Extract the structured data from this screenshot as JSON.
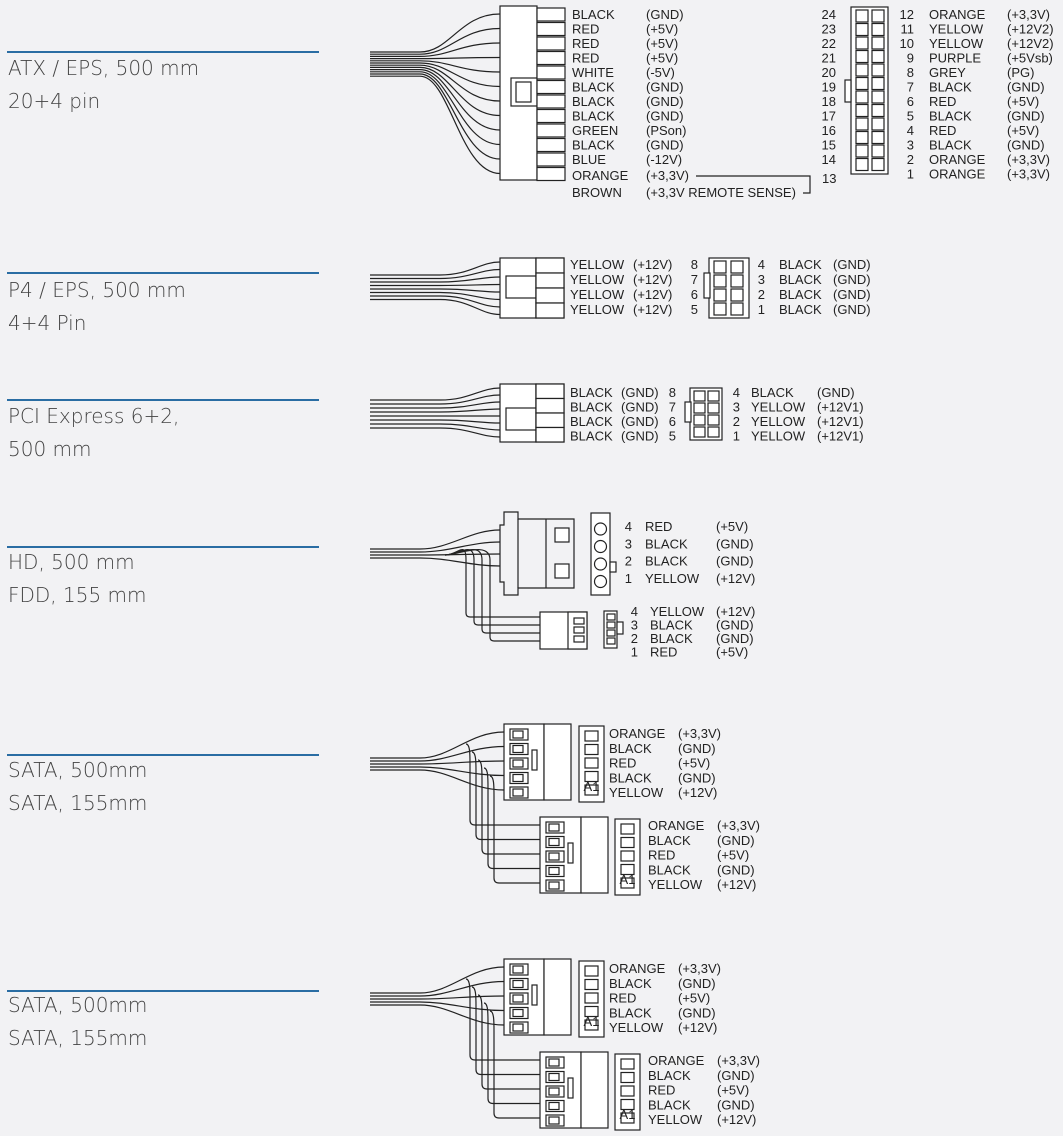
{
  "sections": [
    {
      "title": "ATX / EPS, 500 mm",
      "subtitle": "20+4 pin",
      "left_wires": [
        {
          "color": "BLACK",
          "signal": "(GND)"
        },
        {
          "color": "RED",
          "signal": "(+5V)"
        },
        {
          "color": "RED",
          "signal": "(+5V)"
        },
        {
          "color": "RED",
          "signal": "(+5V)"
        },
        {
          "color": "WHITE",
          "signal": "(-5V)"
        },
        {
          "color": "BLACK",
          "signal": "(GND)"
        },
        {
          "color": "BLACK",
          "signal": "(GND)"
        },
        {
          "color": "BLACK",
          "signal": "(GND)"
        },
        {
          "color": "GREEN",
          "signal": "(PSon)"
        },
        {
          "color": "BLACK",
          "signal": "(GND)"
        },
        {
          "color": "BLUE",
          "signal": "(-12V)"
        },
        {
          "color": "ORANGE",
          "signal": "(+3,3V)"
        },
        {
          "color": "BROWN",
          "signal": "(+3,3V REMOTE SENSE)"
        }
      ],
      "pin_left_numbers": [
        "24",
        "23",
        "22",
        "21",
        "20",
        "19",
        "18",
        "17",
        "16",
        "15",
        "14"
      ],
      "sense_pin": "13",
      "right_pins": [
        {
          "pin": "12",
          "color": "ORANGE",
          "signal": "(+3,3V)"
        },
        {
          "pin": "11",
          "color": "YELLOW",
          "signal": "(+12V2)"
        },
        {
          "pin": "10",
          "color": "YELLOW",
          "signal": "(+12V2)"
        },
        {
          "pin": "9",
          "color": "PURPLE",
          "signal": "(+5Vsb)"
        },
        {
          "pin": "8",
          "color": "GREY",
          "signal": "(PG)"
        },
        {
          "pin": "7",
          "color": "BLACK",
          "signal": "(GND)"
        },
        {
          "pin": "6",
          "color": "RED",
          "signal": "(+5V)"
        },
        {
          "pin": "5",
          "color": "BLACK",
          "signal": "(GND)"
        },
        {
          "pin": "4",
          "color": "RED",
          "signal": "(+5V)"
        },
        {
          "pin": "3",
          "color": "BLACK",
          "signal": "(GND)"
        },
        {
          "pin": "2",
          "color": "ORANGE",
          "signal": "(+3,3V)"
        },
        {
          "pin": "1",
          "color": "ORANGE",
          "signal": "(+3,3V)"
        }
      ]
    },
    {
      "title": "P4 / EPS, 500 mm",
      "subtitle": "4+4 Pin",
      "left": [
        {
          "color": "YELLOW",
          "signal": "(+12V)",
          "pin": "8"
        },
        {
          "color": "YELLOW",
          "signal": "(+12V)",
          "pin": "7"
        },
        {
          "color": "YELLOW",
          "signal": "(+12V)",
          "pin": "6"
        },
        {
          "color": "YELLOW",
          "signal": "(+12V)",
          "pin": "5"
        }
      ],
      "right": [
        {
          "pin": "4",
          "color": "BLACK",
          "signal": "(GND)"
        },
        {
          "pin": "3",
          "color": "BLACK",
          "signal": "(GND)"
        },
        {
          "pin": "2",
          "color": "BLACK",
          "signal": "(GND)"
        },
        {
          "pin": "1",
          "color": "BLACK",
          "signal": "(GND)"
        }
      ]
    },
    {
      "title": "PCI Express 6+2,",
      "subtitle": "500 mm",
      "left": [
        {
          "color": "BLACK",
          "signal": "(GND)",
          "pin": "8"
        },
        {
          "color": "BLACK",
          "signal": "(GND)",
          "pin": "7"
        },
        {
          "color": "BLACK",
          "signal": "(GND)",
          "pin": "6"
        },
        {
          "color": "BLACK",
          "signal": "(GND)",
          "pin": "5"
        }
      ],
      "right": [
        {
          "pin": "4",
          "color": "BLACK",
          "signal": "(GND)"
        },
        {
          "pin": "3",
          "color": "YELLOW",
          "signal": "(+12V1)"
        },
        {
          "pin": "2",
          "color": "YELLOW",
          "signal": "(+12V1)"
        },
        {
          "pin": "1",
          "color": "YELLOW",
          "signal": "(+12V1)"
        }
      ]
    },
    {
      "title": "HD, 500 mm",
      "subtitle": "FDD, 155 mm",
      "hd": [
        {
          "pin": "4",
          "color": "RED",
          "signal": "(+5V)"
        },
        {
          "pin": "3",
          "color": "BLACK",
          "signal": "(GND)"
        },
        {
          "pin": "2",
          "color": "BLACK",
          "signal": "(GND)"
        },
        {
          "pin": "1",
          "color": "YELLOW",
          "signal": "(+12V)"
        }
      ],
      "fdd": [
        {
          "pin": "4",
          "color": "YELLOW",
          "signal": "(+12V)"
        },
        {
          "pin": "3",
          "color": "BLACK",
          "signal": "(GND)"
        },
        {
          "pin": "2",
          "color": "BLACK",
          "signal": "(GND)"
        },
        {
          "pin": "1",
          "color": "RED",
          "signal": "(+5V)"
        }
      ]
    },
    {
      "title": "SATA, 500mm",
      "subtitle": "SATA, 155mm",
      "pins": [
        {
          "color": "ORANGE",
          "signal": "(+3,3V)"
        },
        {
          "color": "BLACK",
          "signal": "(GND)"
        },
        {
          "color": "RED",
          "signal": "(+5V)"
        },
        {
          "color": "BLACK",
          "signal": "(GND)"
        },
        {
          "color": "YELLOW",
          "signal": "(+12V)"
        }
      ],
      "pin_marker": "A1"
    },
    {
      "title": "SATA, 500mm",
      "subtitle": "SATA, 155mm",
      "pins": [
        {
          "color": "ORANGE",
          "signal": "(+3,3V)"
        },
        {
          "color": "BLACK",
          "signal": "(GND)"
        },
        {
          "color": "RED",
          "signal": "(+5V)"
        },
        {
          "color": "BLACK",
          "signal": "(GND)"
        },
        {
          "color": "YELLOW",
          "signal": "(+12V)"
        }
      ],
      "pin_marker": "A1"
    }
  ],
  "colors": {
    "rule": "#2a6da3",
    "background": "#f2f2f4",
    "ink": "#222222"
  }
}
